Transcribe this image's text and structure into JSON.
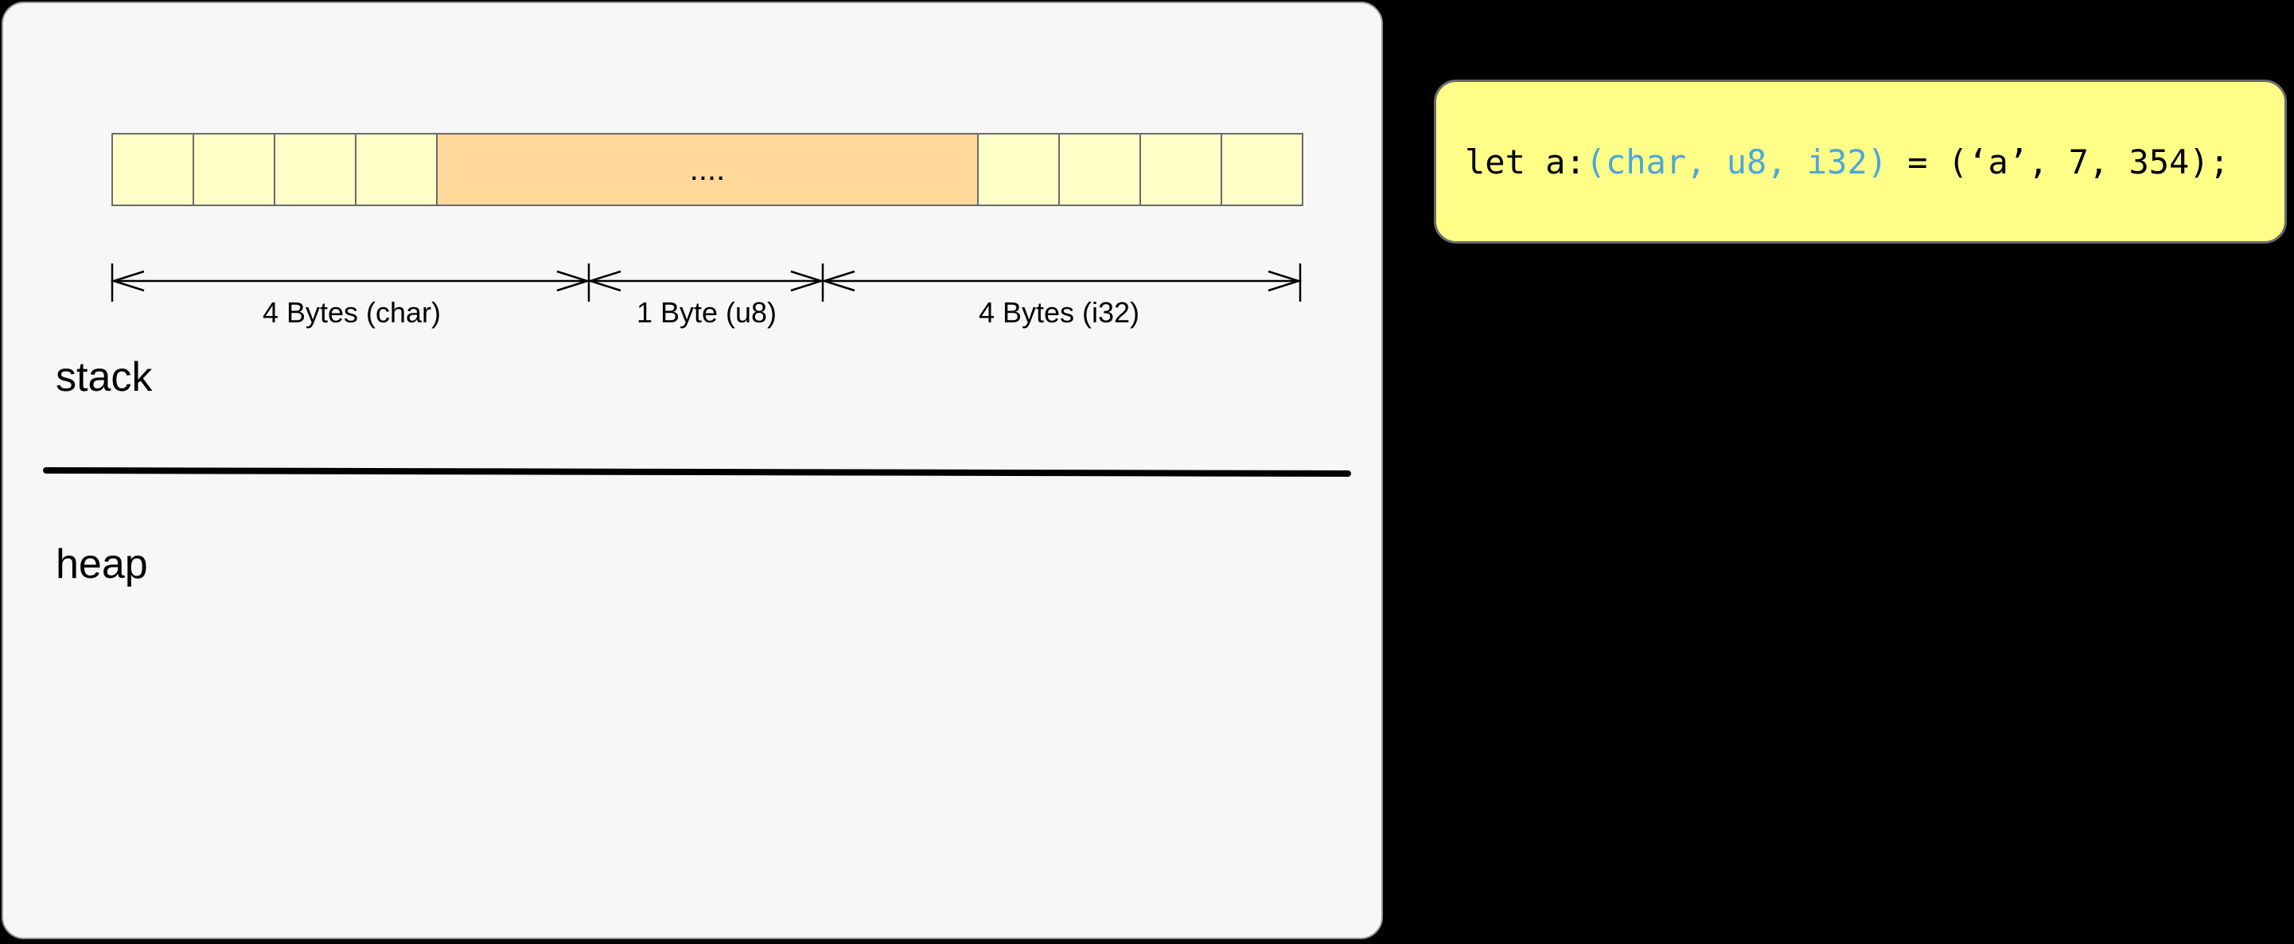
{
  "diagram": {
    "bytes_mark": "....",
    "segments": [
      {
        "label": "4 Bytes (char)"
      },
      {
        "label": "1 Byte (u8)"
      },
      {
        "label": "4 Bytes (i32)"
      }
    ],
    "regions": {
      "stack": "stack",
      "heap": "heap"
    },
    "code": {
      "prefix": "let a:",
      "type": "(char, u8, i32)",
      "suffix": " = (‘a’, 7, 354);"
    },
    "colors": {
      "byte_cell": "#ffffc8",
      "padding_cell": "#ffd89a",
      "code_box": "#ffff88",
      "type_text": "#4da6dc",
      "panel": "#f7f7f7",
      "background": "#000000"
    }
  }
}
